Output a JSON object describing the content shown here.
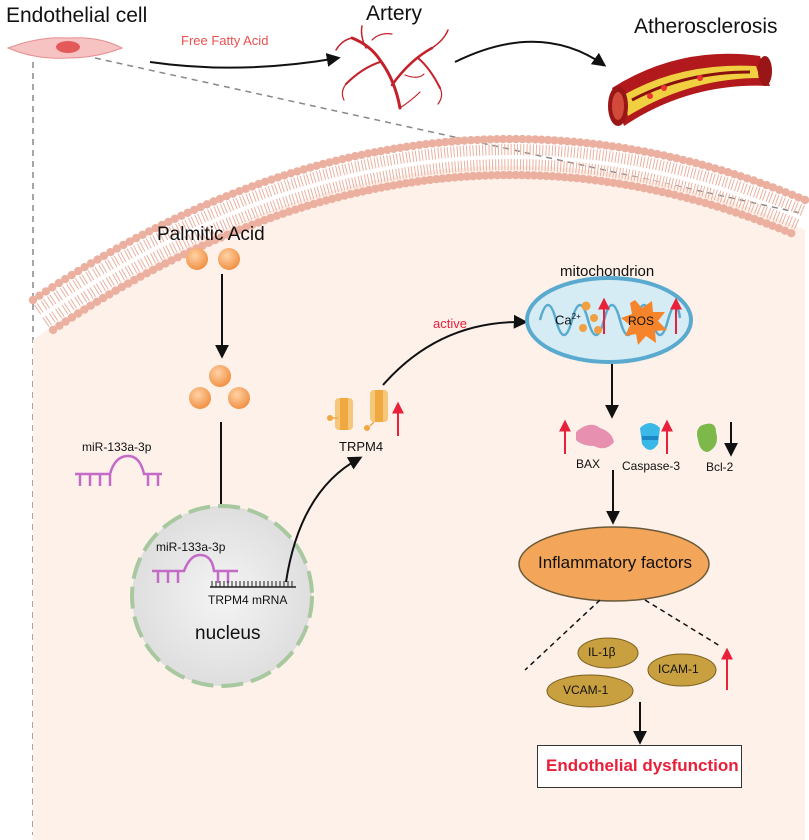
{
  "header": {
    "endothelial_cell": "Endothelial cell",
    "free_fatty_acid": "Free Fatty Acid",
    "artery": "Artery",
    "atherosclerosis": "Atherosclerosis"
  },
  "pathway": {
    "palmitic_acid": "Palmitic Acid",
    "active": "active",
    "mitochondrion": "mitochondrion",
    "ca_base": "Ca",
    "ca_sup": "2+",
    "ros": "ROS",
    "trpm4": "TRPM4",
    "mir_outside": "miR-133a-3p",
    "mir_nucleus": "miR-133a-3p",
    "trpm4_mrna": "TRPM4 mRNA",
    "nucleus": "nucleus",
    "bax": "BAX",
    "caspase3": "Caspase-3",
    "bcl2": "Bcl-2",
    "inflammatory_factors": "Inflammatory factors",
    "il1b": "IL-1β",
    "icam1": "ICAM-1",
    "vcam1": "VCAM-1",
    "endothelial_dysfunction": "Endothelial dysfunction"
  },
  "colors": {
    "up_arrow": "#e8203a",
    "membrane": "#ebb0a0",
    "cytoplasm": "#fdf1ea",
    "lipid_orange": "#f5a35a",
    "inflammatory_oval": "#f3a55a",
    "cytokine_oval": "#c9a040",
    "mirna_purple": "#c46ac7",
    "mitochondria_blue": "#6fb8d4"
  }
}
